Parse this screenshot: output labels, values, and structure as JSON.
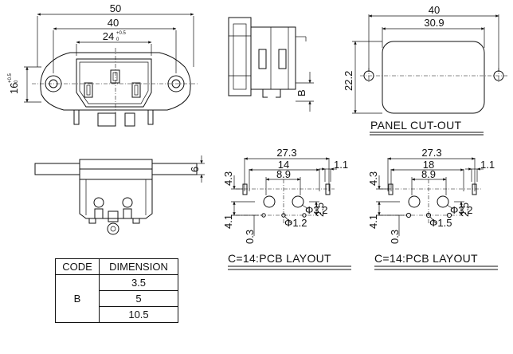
{
  "front_view": {
    "width_overall": "50",
    "width_hole_span": "40",
    "width_opening": "24",
    "width_opening_tol": "+0.5",
    "width_opening_tol_low": "0",
    "height": "16",
    "height_tol": "+0.5",
    "height_tol_low": "0"
  },
  "side_view": {
    "dim_label": "B"
  },
  "cutout": {
    "hole_span": "40",
    "opening_width": "30.9",
    "opening_height": "22.2",
    "caption": "PANEL CUT-OUT"
  },
  "bottom_view": {
    "dim": "6"
  },
  "pcb_left": {
    "overall": "27.3",
    "pin_span": "14",
    "hole_span": "8.9",
    "tab": "1.1",
    "v_top": "4.3",
    "v_mid": "4.1",
    "v_small": "0.3",
    "v_right": "2.5",
    "dia_large": "Φ3.2",
    "dia_small": "Φ1.2",
    "caption": "C=14:PCB LAYOUT"
  },
  "pcb_right": {
    "overall": "27.3",
    "pin_span": "18",
    "hole_span": "8.9",
    "tab": "1.1",
    "v_top": "4.3",
    "v_mid": "4.1",
    "v_small": "0.3",
    "v_right": "2.5",
    "dia_large": "Φ3.2",
    "dia_small": "Φ1.5",
    "caption": "C=14:PCB LAYOUT"
  },
  "code_table": {
    "header_code": "CODE",
    "header_dimension": "DIMENSION",
    "code": "B",
    "values": [
      "3.5",
      "5",
      "10.5"
    ]
  }
}
